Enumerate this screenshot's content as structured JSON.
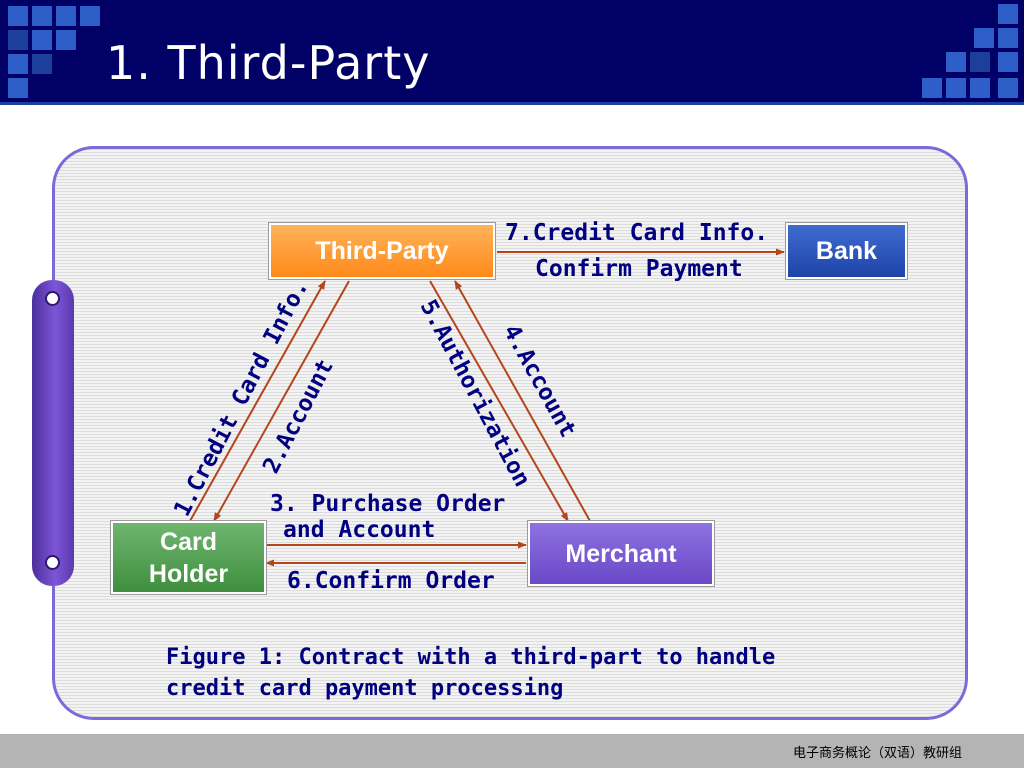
{
  "slide": {
    "title": "1. Third-Party",
    "footer": "电子商务概论（双语）教研组"
  },
  "diagram": {
    "nodes": {
      "third_party": "Third-Party",
      "bank": "Bank",
      "card_holder_line1": "Card",
      "card_holder_line2": "Holder",
      "merchant": "Merchant"
    },
    "edges": {
      "credit_card_info": "1.Credit Card Info.",
      "account_2": "2.Account",
      "purchase_order_line1": "3. Purchase Order",
      "purchase_order_line2": "and Account",
      "account_4": "4.Account",
      "authorization": "5.Authorization",
      "confirm_order": "6.Confirm Order",
      "bank_credit_info": "7.Credit Card Info.",
      "confirm_payment": "Confirm Payment"
    },
    "colors": {
      "header_bg": "#000066",
      "panel_border": "#7a6cd8",
      "arrow": "#b5451b",
      "label_text": "#000080",
      "third_party": "#ff9a33",
      "bank": "#2f56bb",
      "card_holder": "#56a056",
      "merchant": "#7b5ad4"
    }
  },
  "caption": {
    "line1": "Figure 1: Contract with a third-part to handle",
    "line2": "credit card payment processing"
  }
}
